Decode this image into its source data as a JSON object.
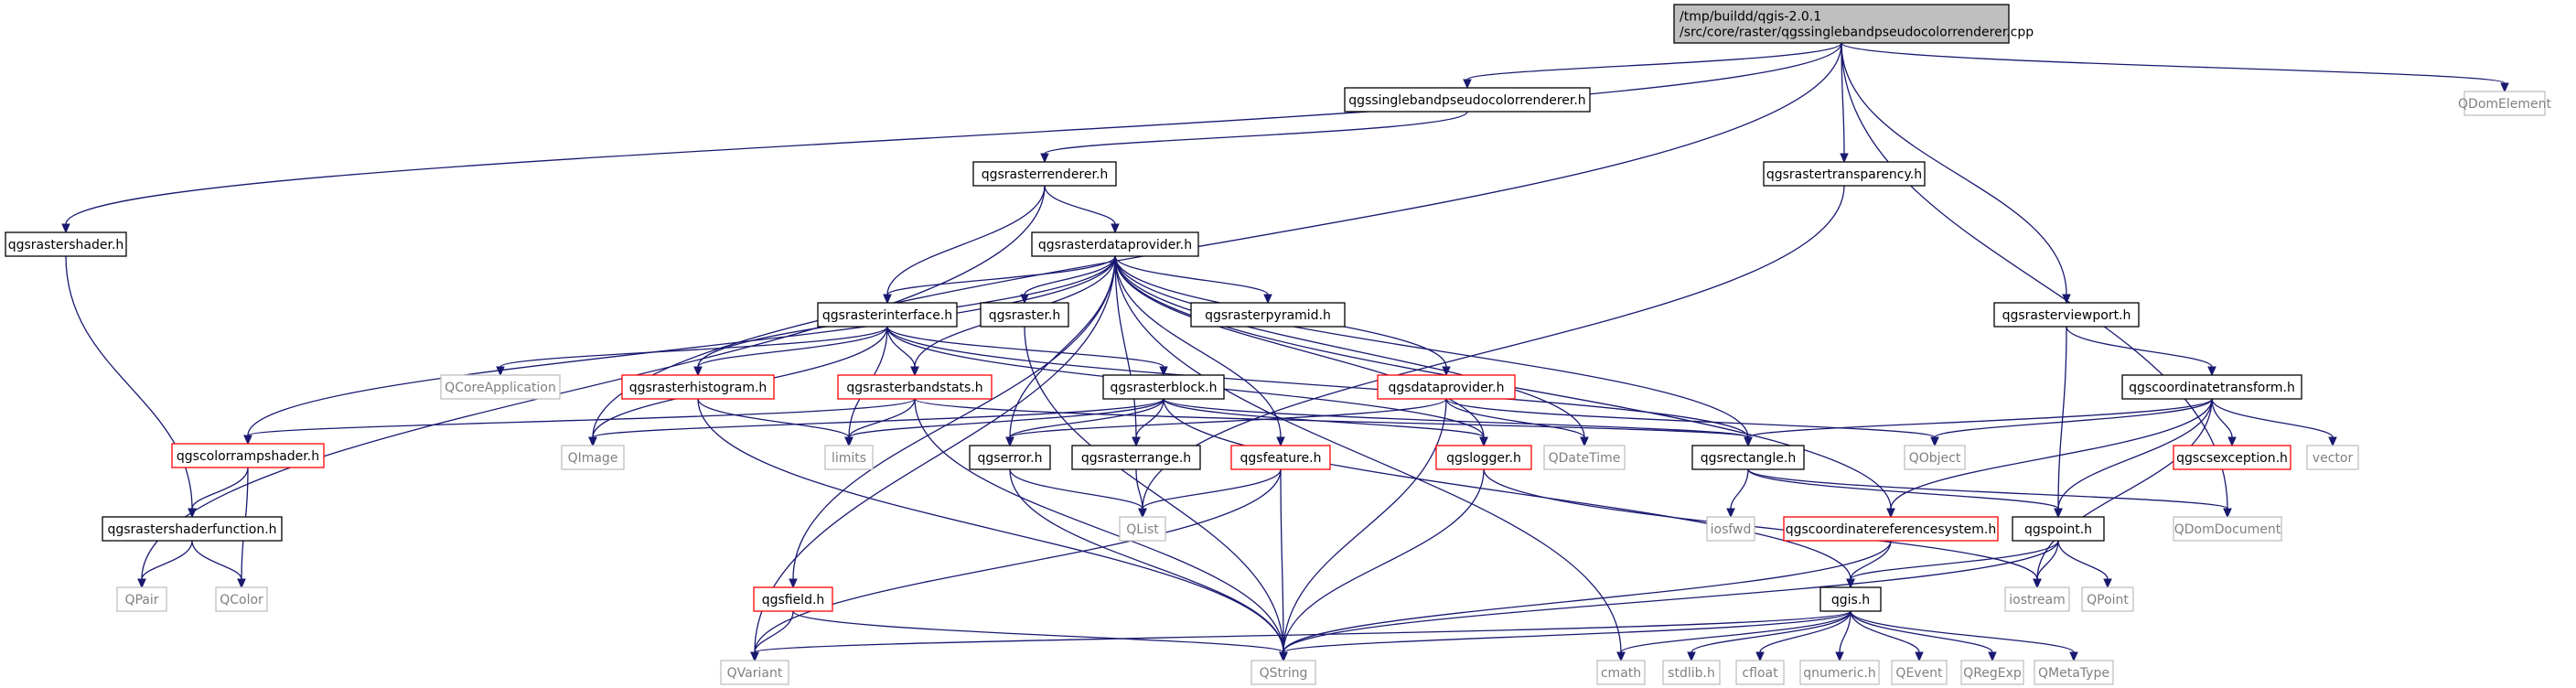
{
  "colors": {
    "root_fill": "#bfbfbf",
    "node_border_black": "#000000",
    "node_border_red": "#ff0000",
    "node_border_gray": "#bfbfbf",
    "text_black": "#000000",
    "text_gray": "#808080",
    "edge": "#191970"
  },
  "nodes": [
    {
      "id": "root",
      "lines": [
        "/tmp/buildd/qgis-2.0.1",
        "/src/core/raster/qgssinglebandpseudocolorrenderer.cpp"
      ],
      "style": "root"
    },
    {
      "id": "qdomelement",
      "lines": [
        "QDomElement"
      ],
      "style": "gray"
    },
    {
      "id": "qgssinglebandpseudocolorrenderer_h",
      "lines": [
        "qgssinglebandpseudocolorrenderer.h"
      ],
      "style": "black"
    },
    {
      "id": "qgsrasterrenderer_h",
      "lines": [
        "qgsrasterrenderer.h"
      ],
      "style": "black"
    },
    {
      "id": "qgsrastertransparency_h",
      "lines": [
        "qgsrastertransparency.h"
      ],
      "style": "black"
    },
    {
      "id": "qgsrastershader_h",
      "lines": [
        "qgsrastershader.h"
      ],
      "style": "black"
    },
    {
      "id": "qgsrasterdataprovider_h",
      "lines": [
        "qgsrasterdataprovider.h"
      ],
      "style": "black"
    },
    {
      "id": "qgsrasterviewport_h",
      "lines": [
        "qgsrasterviewport.h"
      ],
      "style": "black"
    },
    {
      "id": "qgsrasterinterface_h",
      "lines": [
        "qgsrasterinterface.h"
      ],
      "style": "black"
    },
    {
      "id": "qgsraster_h",
      "lines": [
        "qgsraster.h"
      ],
      "style": "black"
    },
    {
      "id": "qgsrasterpyramid_h",
      "lines": [
        "qgsrasterpyramid.h"
      ],
      "style": "black"
    },
    {
      "id": "qcoreapplication",
      "lines": [
        "QCoreApplication"
      ],
      "style": "gray"
    },
    {
      "id": "qgsrasterhistogram_h",
      "lines": [
        "qgsrasterhistogram.h"
      ],
      "style": "red"
    },
    {
      "id": "qgsrasterbandstats_h",
      "lines": [
        "qgsrasterbandstats.h"
      ],
      "style": "red"
    },
    {
      "id": "qgsrasterblock_h",
      "lines": [
        "qgsrasterblock.h"
      ],
      "style": "black"
    },
    {
      "id": "qgsdataprovider_h",
      "lines": [
        "qgsdataprovider.h"
      ],
      "style": "red"
    },
    {
      "id": "qgscoordinatetransform_h",
      "lines": [
        "qgscoordinatetransform.h"
      ],
      "style": "black"
    },
    {
      "id": "qgscolorrampshader_h",
      "lines": [
        "qgscolorrampshader.h"
      ],
      "style": "red"
    },
    {
      "id": "qimage",
      "lines": [
        "QImage"
      ],
      "style": "gray"
    },
    {
      "id": "limits",
      "lines": [
        "limits"
      ],
      "style": "gray"
    },
    {
      "id": "qgserror_h",
      "lines": [
        "qgserror.h"
      ],
      "style": "black"
    },
    {
      "id": "qgsrasterrange_h",
      "lines": [
        "qgsrasterrange.h"
      ],
      "style": "black"
    },
    {
      "id": "qgsfeature_h",
      "lines": [
        "qgsfeature.h"
      ],
      "style": "red"
    },
    {
      "id": "qgslogger_h",
      "lines": [
        "qgslogger.h"
      ],
      "style": "red"
    },
    {
      "id": "qdatetime",
      "lines": [
        "QDateTime"
      ],
      "style": "gray"
    },
    {
      "id": "qgsrectangle_h",
      "lines": [
        "qgsrectangle.h"
      ],
      "style": "black"
    },
    {
      "id": "qobject",
      "lines": [
        "QObject"
      ],
      "style": "gray"
    },
    {
      "id": "qgscsexception_h",
      "lines": [
        "qgscsexception.h"
      ],
      "style": "red"
    },
    {
      "id": "vector",
      "lines": [
        "vector"
      ],
      "style": "gray"
    },
    {
      "id": "qgsrastershaderfunction_h",
      "lines": [
        "qgsrastershaderfunction.h"
      ],
      "style": "black"
    },
    {
      "id": "qlist",
      "lines": [
        "QList"
      ],
      "style": "gray"
    },
    {
      "id": "iosfwd",
      "lines": [
        "iosfwd"
      ],
      "style": "gray"
    },
    {
      "id": "qgscoordinatereferencesystem_h",
      "lines": [
        "qgscoordinatereferencesystem.h"
      ],
      "style": "red"
    },
    {
      "id": "qgspoint_h",
      "lines": [
        "qgspoint.h"
      ],
      "style": "black"
    },
    {
      "id": "qdomdocument",
      "lines": [
        "QDomDocument"
      ],
      "style": "gray"
    },
    {
      "id": "qpair",
      "lines": [
        "QPair"
      ],
      "style": "gray"
    },
    {
      "id": "qcolor",
      "lines": [
        "QColor"
      ],
      "style": "gray"
    },
    {
      "id": "qgsfield_h",
      "lines": [
        "qgsfield.h"
      ],
      "style": "red"
    },
    {
      "id": "qgis_h",
      "lines": [
        "qgis.h"
      ],
      "style": "black"
    },
    {
      "id": "iostream",
      "lines": [
        "iostream"
      ],
      "style": "gray"
    },
    {
      "id": "qpoint",
      "lines": [
        "QPoint"
      ],
      "style": "gray"
    },
    {
      "id": "qvariant",
      "lines": [
        "QVariant"
      ],
      "style": "gray"
    },
    {
      "id": "qstring",
      "lines": [
        "QString"
      ],
      "style": "gray"
    },
    {
      "id": "cmath",
      "lines": [
        "cmath"
      ],
      "style": "gray"
    },
    {
      "id": "stdlib_h",
      "lines": [
        "stdlib.h"
      ],
      "style": "gray"
    },
    {
      "id": "cfloat",
      "lines": [
        "cfloat"
      ],
      "style": "gray"
    },
    {
      "id": "qnumeric_h",
      "lines": [
        "qnumeric.h"
      ],
      "style": "gray"
    },
    {
      "id": "qevent",
      "lines": [
        "QEvent"
      ],
      "style": "gray"
    },
    {
      "id": "qregexp",
      "lines": [
        "QRegExp"
      ],
      "style": "gray"
    },
    {
      "id": "qmetatype",
      "lines": [
        "QMetaType"
      ],
      "style": "gray"
    }
  ],
  "edges": [
    [
      "root",
      "qdomelement"
    ],
    [
      "root",
      "qgssinglebandpseudocolorrenderer_h"
    ],
    [
      "root",
      "qgsrastertransparency_h"
    ],
    [
      "root",
      "qgsrastershader_h"
    ],
    [
      "root",
      "qgsrasterviewport_h"
    ],
    [
      "root",
      "qimage"
    ],
    [
      "root",
      "qdomdocument"
    ],
    [
      "qgssinglebandpseudocolorrenderer_h",
      "qgsrasterrenderer_h"
    ],
    [
      "qgsrasterrenderer_h",
      "qgsrasterdataprovider_h"
    ],
    [
      "qgsrasterrenderer_h",
      "qgsrasterinterface_h"
    ],
    [
      "qgsrasterrenderer_h",
      "qpair"
    ],
    [
      "qgsrastertransparency_h",
      "qlist"
    ],
    [
      "qgsrastershader_h",
      "qgsrastershaderfunction_h"
    ],
    [
      "qgsrasterdataprovider_h",
      "qgsrasterinterface_h"
    ],
    [
      "qgsrasterdataprovider_h",
      "qgsraster_h"
    ],
    [
      "qgsrasterdataprovider_h",
      "qgsrasterpyramid_h"
    ],
    [
      "qgsrasterdataprovider_h",
      "qgsrasterhistogram_h"
    ],
    [
      "qgsrasterdataprovider_h",
      "qgsrasterbandstats_h"
    ],
    [
      "qgsrasterdataprovider_h",
      "qgsdataprovider_h"
    ],
    [
      "qgsrasterdataprovider_h",
      "qgscolorrampshader_h"
    ],
    [
      "qgsrasterdataprovider_h",
      "qgserror_h"
    ],
    [
      "qgsrasterdataprovider_h",
      "qgsrasterrange_h"
    ],
    [
      "qgsrasterdataprovider_h",
      "qgsfeature_h"
    ],
    [
      "qgsrasterdataprovider_h",
      "qgslogger_h"
    ],
    [
      "qgsrasterdataprovider_h",
      "qdatetime"
    ],
    [
      "qgsrasterdataprovider_h",
      "qgsrectangle_h"
    ],
    [
      "qgsrasterdataprovider_h",
      "qgscoordinatereferencesystem_h"
    ],
    [
      "qgsrasterdataprovider_h",
      "qgsfield_h"
    ],
    [
      "qgsrasterdataprovider_h",
      "qvariant"
    ],
    [
      "qgsrasterdataprovider_h",
      "cmath"
    ],
    [
      "qgsrasterinterface_h",
      "qcoreapplication"
    ],
    [
      "qgsrasterinterface_h",
      "qgsrasterhistogram_h"
    ],
    [
      "qgsrasterinterface_h",
      "qgsrasterbandstats_h"
    ],
    [
      "qgsrasterinterface_h",
      "qgsrasterblock_h"
    ],
    [
      "qgsrasterinterface_h",
      "qimage"
    ],
    [
      "qgsrasterinterface_h",
      "limits"
    ],
    [
      "qgsrasterinterface_h",
      "qgslogger_h"
    ],
    [
      "qgsrasterinterface_h",
      "qgsrectangle_h"
    ],
    [
      "qgsraster_h",
      "qstring"
    ],
    [
      "qgsrasterhistogram_h",
      "limits"
    ],
    [
      "qgsrasterhistogram_h",
      "qstring"
    ],
    [
      "qgsrasterbandstats_h",
      "limits"
    ],
    [
      "qgsrasterbandstats_h",
      "qgsrectangle_h"
    ],
    [
      "qgsrasterbandstats_h",
      "qstring"
    ],
    [
      "qgsrasterbandstats_h",
      "qgscolorrampshader_h"
    ],
    [
      "qgsrasterblock_h",
      "limits"
    ],
    [
      "qgsrasterblock_h",
      "qimage"
    ],
    [
      "qgsrasterblock_h",
      "qgserror_h"
    ],
    [
      "qgsrasterblock_h",
      "qgsrasterrange_h"
    ],
    [
      "qgsrasterblock_h",
      "qgslogger_h"
    ],
    [
      "qgsrasterblock_h",
      "qgsrectangle_h"
    ],
    [
      "qgsrasterblock_h",
      "qgis_h"
    ],
    [
      "qgsdataprovider_h",
      "qobject"
    ],
    [
      "qgsdataprovider_h",
      "qdatetime"
    ],
    [
      "qgsdataprovider_h",
      "qgserror_h"
    ],
    [
      "qgsdataprovider_h",
      "qstring"
    ],
    [
      "qgsrasterviewport_h",
      "qgscoordinatetransform_h"
    ],
    [
      "qgsrasterviewport_h",
      "qgspoint_h"
    ],
    [
      "qgscoordinatetransform_h",
      "qgsrectangle_h"
    ],
    [
      "qgscoordinatetransform_h",
      "qobject"
    ],
    [
      "qgscoordinatetransform_h",
      "qgscsexception_h"
    ],
    [
      "qgscoordinatetransform_h",
      "vector"
    ],
    [
      "qgscoordinatetransform_h",
      "qgscoordinatereferencesystem_h"
    ],
    [
      "qgscoordinatetransform_h",
      "qgspoint_h"
    ],
    [
      "qgscoordinatetransform_h",
      "iostream"
    ],
    [
      "qgscolorrampshader_h",
      "qgsrastershaderfunction_h"
    ],
    [
      "qgscolorrampshader_h",
      "qcolor"
    ],
    [
      "qgsrastershaderfunction_h",
      "qpair"
    ],
    [
      "qgsrastershaderfunction_h",
      "qcolor"
    ],
    [
      "qgserror_h",
      "qlist"
    ],
    [
      "qgserror_h",
      "qstring"
    ],
    [
      "qgsrasterrange_h",
      "qlist"
    ],
    [
      "qgsfeature_h",
      "qlist"
    ],
    [
      "qgsfeature_h",
      "qvariant"
    ],
    [
      "qgsfeature_h",
      "qstring"
    ],
    [
      "qgslogger_h",
      "iostream"
    ],
    [
      "qgslogger_h",
      "qstring"
    ],
    [
      "qgsrectangle_h",
      "iosfwd"
    ],
    [
      "qgsrectangle_h",
      "qdomdocument"
    ],
    [
      "qgsrectangle_h",
      "qgspoint_h"
    ],
    [
      "qgscoordinatereferencesystem_h",
      "qgis_h"
    ],
    [
      "qgscoordinatereferencesystem_h",
      "qstring"
    ],
    [
      "qgspoint_h",
      "qgis_h"
    ],
    [
      "qgspoint_h",
      "iostream"
    ],
    [
      "qgspoint_h",
      "qpoint"
    ],
    [
      "qgspoint_h",
      "qstring"
    ],
    [
      "qgsfield_h",
      "qvariant"
    ],
    [
      "qgsfield_h",
      "qstring"
    ],
    [
      "qgis_h",
      "qvariant"
    ],
    [
      "qgis_h",
      "qstring"
    ],
    [
      "qgis_h",
      "cmath"
    ],
    [
      "qgis_h",
      "stdlib_h"
    ],
    [
      "qgis_h",
      "cfloat"
    ],
    [
      "qgis_h",
      "qnumeric_h"
    ],
    [
      "qgis_h",
      "qevent"
    ],
    [
      "qgis_h",
      "qregexp"
    ],
    [
      "qgis_h",
      "qmetatype"
    ]
  ]
}
